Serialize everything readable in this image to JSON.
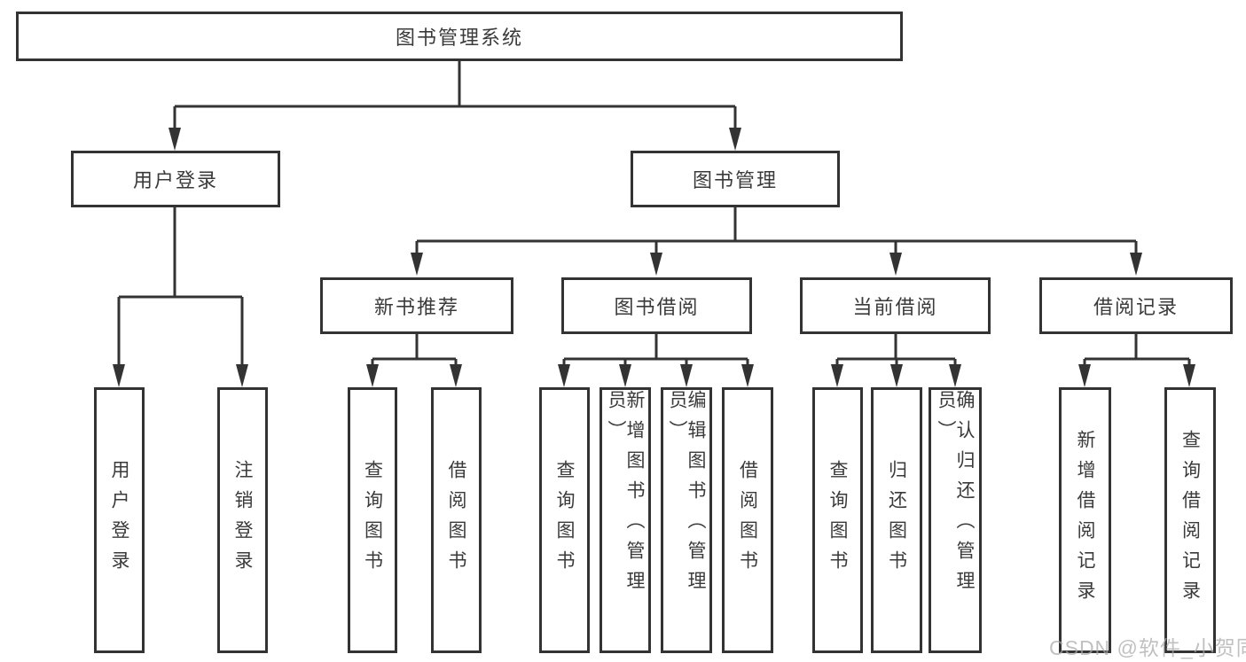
{
  "diagram_type": "hierarchical functional structure chart",
  "colors": {
    "line": "#333333",
    "box_border": "#333333",
    "box_background": "#ffffff",
    "text": "#3a3a3a",
    "watermark": "#a9a9a9",
    "page_background": "#ffffff"
  },
  "tree": {
    "label": "图书管理系统",
    "children": [
      {
        "label": "用户登录",
        "children": [
          {
            "label": "用户登录"
          },
          {
            "label": "注销登录"
          }
        ]
      },
      {
        "label": "图书管理",
        "children": [
          {
            "label": "新书推荐",
            "children": [
              {
                "label": "查询图书"
              },
              {
                "label": "借阅图书"
              }
            ]
          },
          {
            "label": "图书借阅",
            "children": [
              {
                "label": "查询图书"
              },
              {
                "label": "新增图书（管理员）"
              },
              {
                "label": "编辑图书（管理员）"
              },
              {
                "label": "借阅图书"
              }
            ]
          },
          {
            "label": "当前借阅",
            "children": [
              {
                "label": "查询图书"
              },
              {
                "label": "归还图书"
              },
              {
                "label": "确认归还（管理员）"
              }
            ]
          },
          {
            "label": "借阅记录",
            "children": [
              {
                "label": "新增借阅记录"
              },
              {
                "label": "查询借阅记录"
              }
            ]
          }
        ]
      }
    ]
  },
  "watermark": {
    "text": "CSDN @软件_小贺同学"
  }
}
